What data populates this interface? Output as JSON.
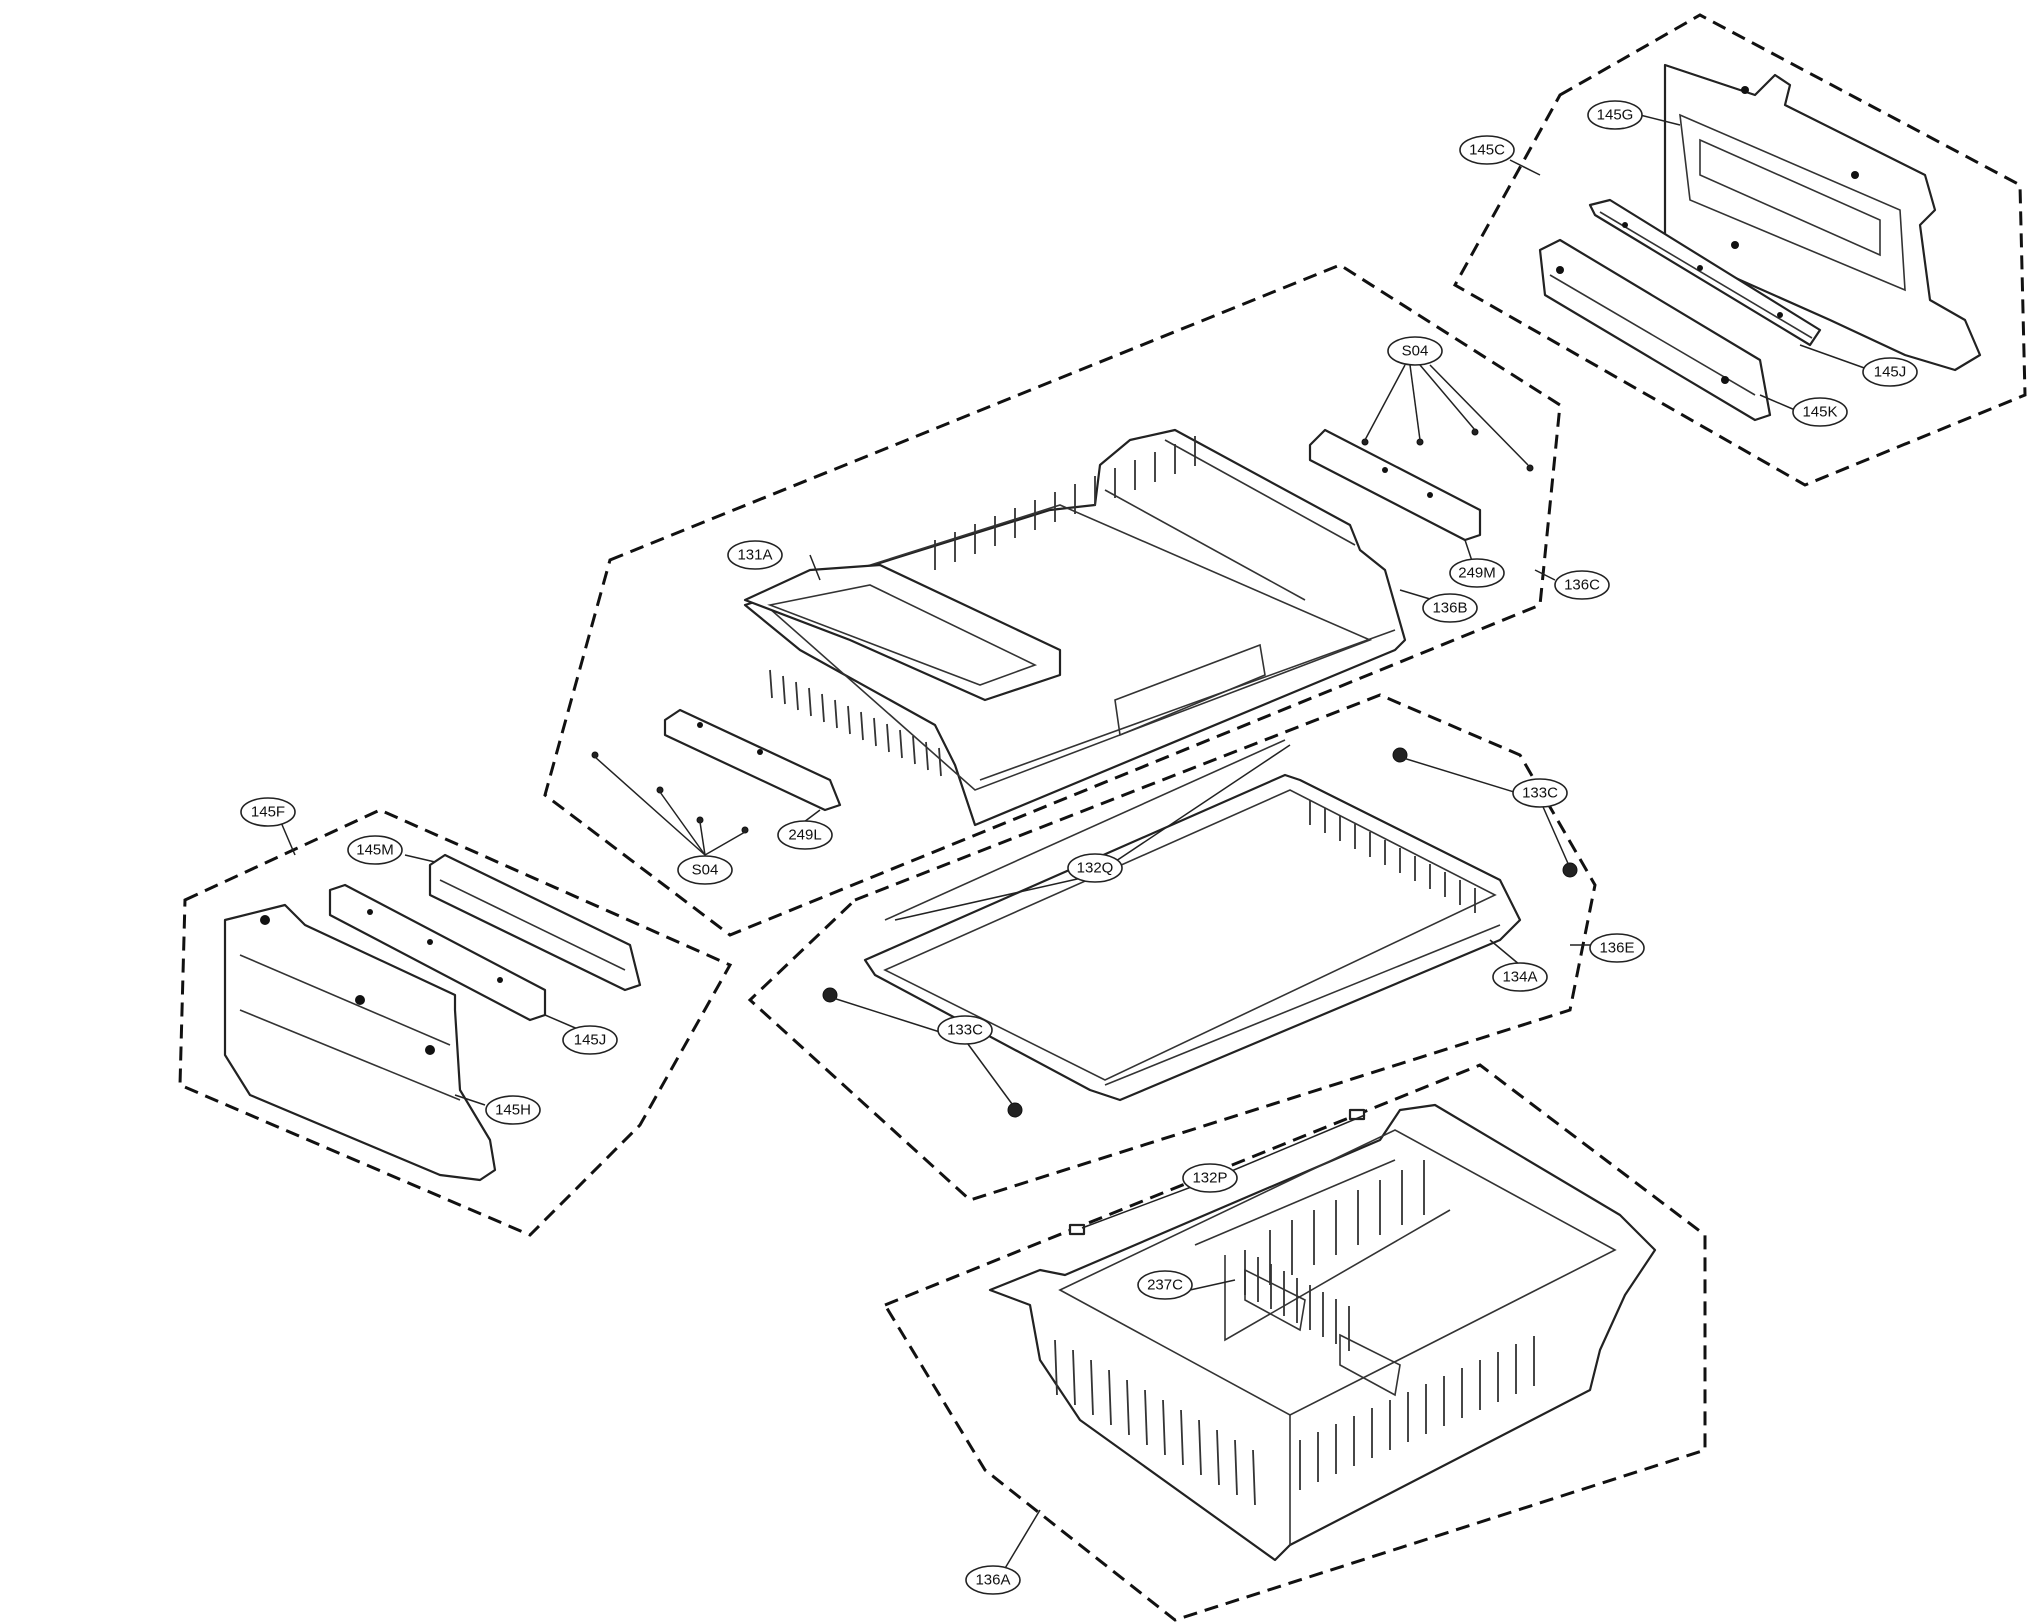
{
  "callouts": {
    "c145C": "145C",
    "c145G": "145G",
    "c145J_top": "145J",
    "c145K": "145K",
    "c136C": "136C",
    "c131A": "131A",
    "c136B": "136B",
    "c249M": "249M",
    "c249L": "249L",
    "cS04_top": "S04",
    "cS04_bottom": "S04",
    "c133C_right": "133C",
    "c132Q": "132Q",
    "c134A": "134A",
    "c136E": "136E",
    "c133C_left": "133C",
    "c145F": "145F",
    "c145M": "145M",
    "c145J_left": "145J",
    "c145H": "145H",
    "c132P": "132P",
    "c237C": "237C",
    "c136A": "136A"
  }
}
